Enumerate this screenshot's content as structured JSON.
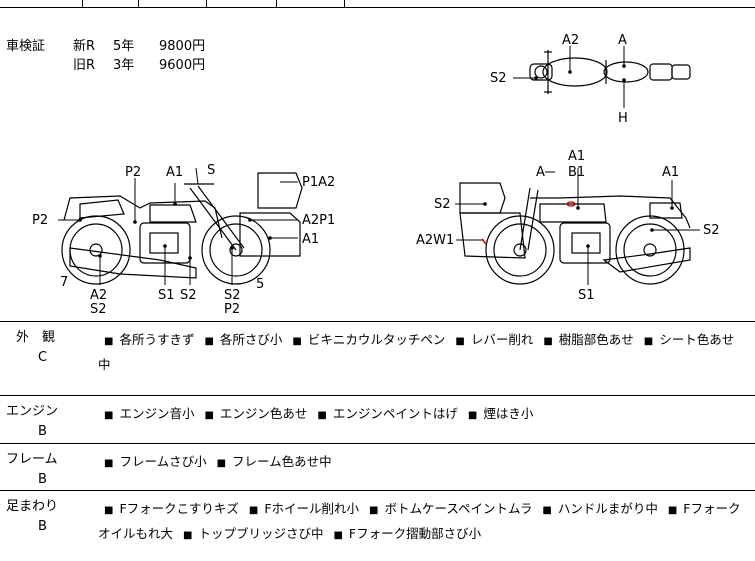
{
  "inspection": {
    "label": "車検証",
    "rows": [
      {
        "genre": "新R",
        "years": "5年",
        "price": "9800円"
      },
      {
        "genre": "旧R",
        "years": "3年",
        "price": "9600円"
      }
    ]
  },
  "diagram_labels": {
    "top": [
      "A2",
      "A",
      "S2",
      "H"
    ],
    "left_bike": [
      "P2",
      "A1",
      "S",
      "P1A2",
      "P2",
      "A2P1",
      "A1",
      "7",
      "A2",
      "S2",
      "S1",
      "S2",
      "S2",
      "P2",
      "5"
    ],
    "right_bike": [
      "A1",
      "A",
      "B1",
      "A1",
      "S2",
      "S2",
      "A2W1",
      "S1"
    ]
  },
  "sections": [
    {
      "category": "外　観",
      "grade": "C",
      "items": [
        "各所うすきず",
        "各所さび小",
        "ビキニカウルタッチペン",
        "レバー削れ",
        "樹脂部色あせ",
        "シート色あせ中"
      ]
    },
    {
      "category": "エンジン",
      "grade": "B",
      "items": [
        "エンジン音小",
        "エンジン色あせ",
        "エンジンペイントはげ",
        "煙はき小"
      ]
    },
    {
      "category": "フレーム",
      "grade": "B",
      "items": [
        "フレームさび小",
        "フレーム色あせ中"
      ]
    },
    {
      "category": "足まわり",
      "grade": "B",
      "items": [
        "Fフォークこすりキズ",
        "Fホイール削れ小",
        "ボトムケースペイントムラ",
        "ハンドルまがり中",
        "Fフォークオイルもれ大",
        "トップブリッジさび中",
        "Fフォーク摺動部さび小"
      ]
    }
  ],
  "colors": {
    "line": "#000000",
    "damage_mark": "#cc0000"
  }
}
